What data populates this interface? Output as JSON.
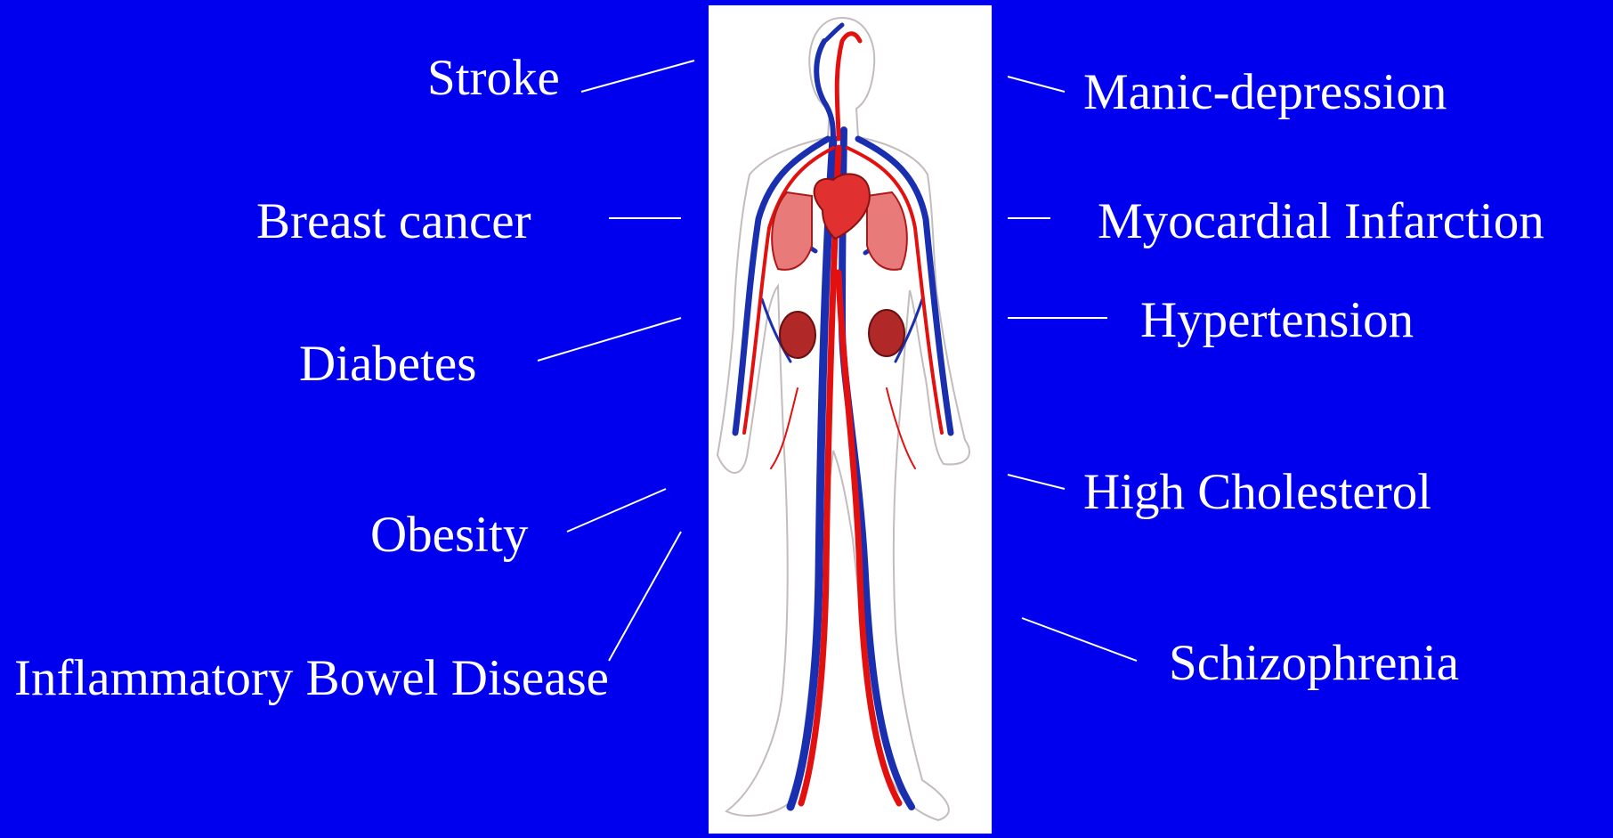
{
  "background_color": "#0000ee",
  "figure": {
    "icon": "human-circulatory-system-icon",
    "colors": {
      "artery": "#e31010",
      "vein": "#1a2fb0",
      "panel": "#ffffff",
      "outline": "#c4bcbc"
    }
  },
  "labels_left": {
    "stroke": "Stroke",
    "breast_cancer": "Breast cancer",
    "diabetes": "Diabetes",
    "obesity": "Obesity",
    "ibd": "Inflammatory Bowel Disease"
  },
  "labels_right": {
    "manic_depression": "Manic-depression",
    "myocardial_infarction": "Myocardial Infarction",
    "hypertension": "Hypertension",
    "high_cholesterol": "High Cholesterol",
    "schizophrenia": "Schizophrenia"
  }
}
